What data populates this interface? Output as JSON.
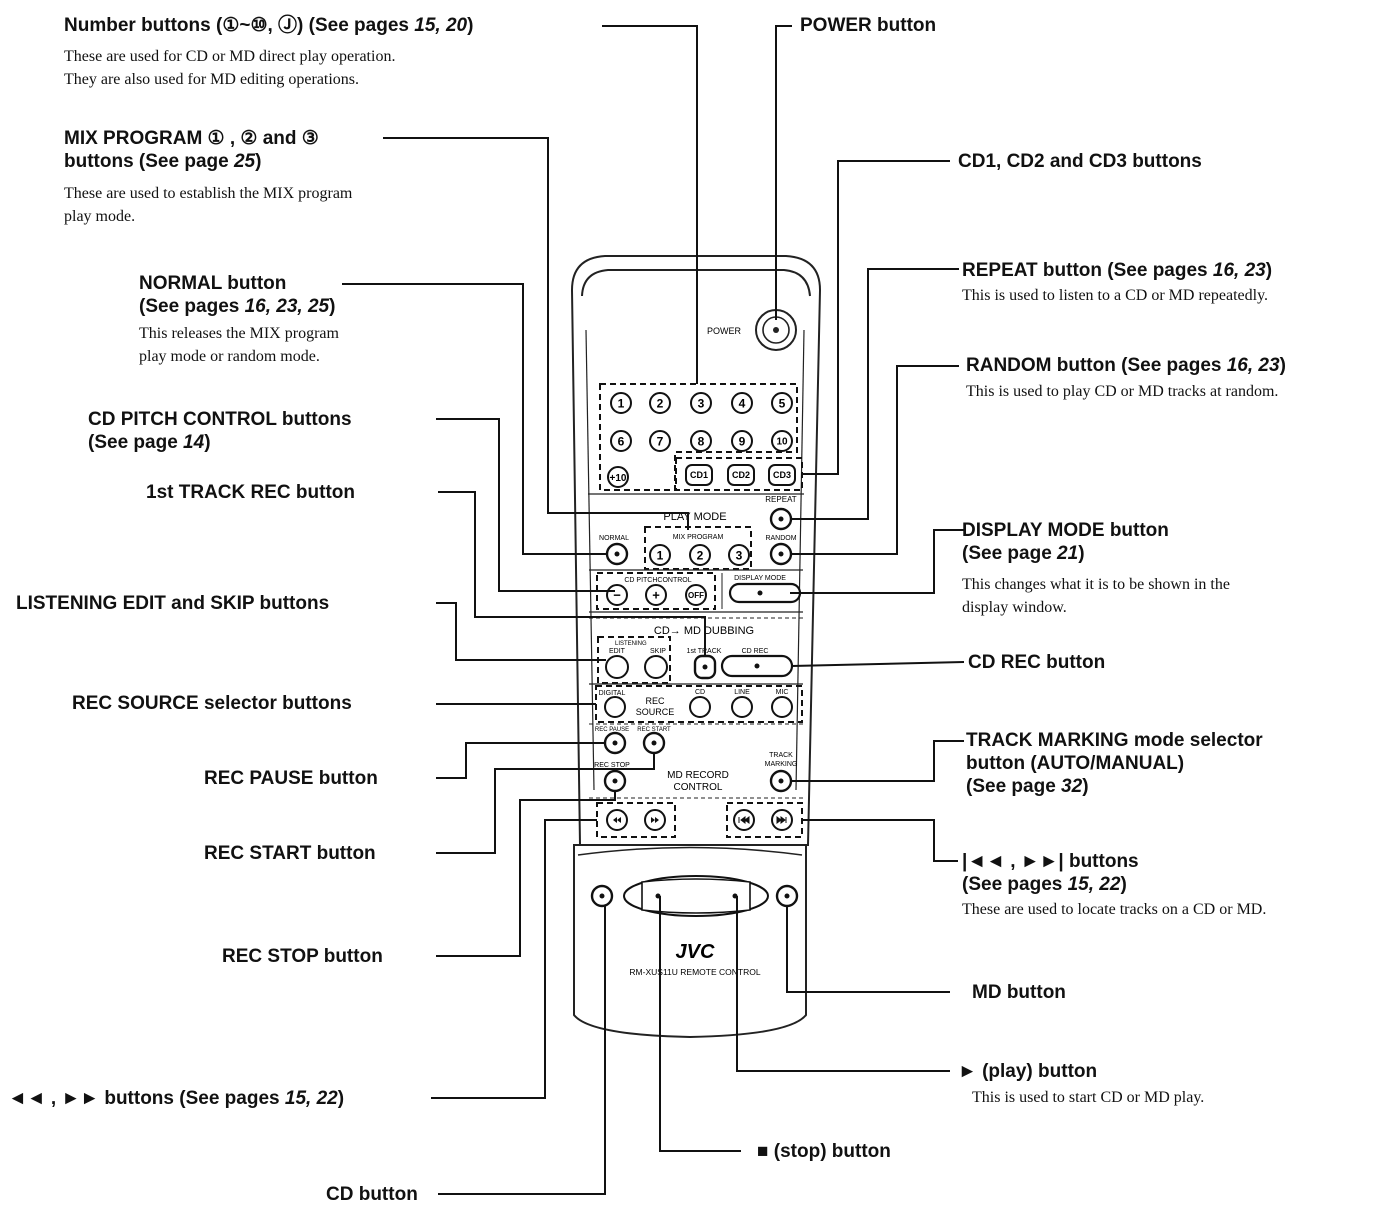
{
  "labels": {
    "number_buttons": {
      "title": "Number buttons (①~⑩, Ⓙ) (See pages ",
      "pages": "15, 20",
      "close": ")",
      "desc": [
        "These are used for CD or MD direct play operation.",
        "They are also used for MD editing operations."
      ]
    },
    "mix_program": {
      "title1": "MIX PROGRAM ① , ② and ③",
      "title2": "buttons (See page ",
      "pages": "25",
      "close": ")",
      "desc": [
        "These are used to establish the MIX program",
        "play mode."
      ]
    },
    "normal": {
      "title1": "NORMAL button",
      "title2": "(See pages ",
      "pages": "16, 23, 25",
      "close": ")",
      "desc": [
        "This releases the MIX program",
        "play mode or random mode."
      ]
    },
    "cd_pitch": {
      "title1": "CD PITCH CONTROL buttons",
      "title2": "(See page ",
      "pages": "14",
      "close": ")"
    },
    "first_track_rec": {
      "title": "1st TRACK REC button"
    },
    "listening_edit": {
      "title": "LISTENING EDIT and SKIP buttons"
    },
    "rec_source": {
      "title": "REC SOURCE selector buttons"
    },
    "rec_pause": {
      "title": "REC PAUSE button"
    },
    "rec_start": {
      "title": "REC START button"
    },
    "rec_stop": {
      "title": "REC STOP button"
    },
    "search": {
      "title": "◄◄ , ►► buttons (See pages ",
      "pages": "15, 22",
      "close": ")"
    },
    "cd_button": {
      "title": "CD button"
    },
    "stop_button": {
      "title": "■ (stop) button"
    },
    "play_button": {
      "title": "► (play) button",
      "desc": "This is used to start CD or MD play."
    },
    "md_button": {
      "title": "MD button"
    },
    "skip": {
      "title1": "|◄◄ , ►►| buttons",
      "title2": "(See pages ",
      "pages": "15, 22",
      "close": ")",
      "desc": "These are used to locate tracks on a CD or MD."
    },
    "track_marking": {
      "title1": "TRACK MARKING mode selector",
      "title2": "button (AUTO/MANUAL)",
      "title3": "(See page ",
      "pages": "32",
      "close": ")"
    },
    "cd_rec": {
      "title": "CD REC button"
    },
    "display_mode": {
      "title1": "DISPLAY MODE button",
      "title2": "(See page ",
      "pages": "21",
      "close": ")",
      "desc": [
        "This changes what it is to be shown in the",
        "display window."
      ]
    },
    "random": {
      "title": "RANDOM button (See pages ",
      "pages": "16, 23",
      "close": ")",
      "desc": "This is used to play CD or MD tracks at random."
    },
    "repeat": {
      "title": "REPEAT button (See pages ",
      "pages": "16, 23",
      "close": ")",
      "desc": "This is used to listen to a CD or MD repeatedly."
    },
    "cd123": {
      "title": "CD1, CD2 and CD3 buttons"
    },
    "power": {
      "title": "POWER button"
    }
  },
  "remote": {
    "power": "POWER",
    "numbers_row1": [
      "1",
      "2",
      "3",
      "4",
      "5"
    ],
    "numbers_row2": [
      "6",
      "7",
      "8",
      "9",
      "10"
    ],
    "plus10": "+10",
    "cd_keys": [
      "CD1",
      "CD2",
      "CD3"
    ],
    "repeat": "REPEAT",
    "play_mode": "PLAY MODE",
    "mix_program": "MIX PROGRAM",
    "normal": "NORMAL",
    "random": "RANDOM",
    "mix_keys": [
      "1",
      "2",
      "3"
    ],
    "cd_pitch": "CD PITCHCONTROL",
    "pitch_keys": [
      "−",
      "+",
      "OFF"
    ],
    "display_mode": "DISPLAY MODE",
    "dubbing": "CD→ MD DUBBING",
    "listening": "LISTENING",
    "edit": "EDIT",
    "skip": "SKIP",
    "first_track": "1st TRACK",
    "cd_rec": "CD REC",
    "digital": "DIGITAL",
    "rec_source1": "REC",
    "rec_source2": "SOURCE",
    "cd": "CD",
    "line": "LINE",
    "mic": "MIC",
    "rec_pause": "REC PAUSE",
    "rec_start": "REC START",
    "rec_stop": "REC STOP",
    "md_record1": "MD RECORD",
    "md_record2": "CONTROL",
    "track_marking1": "TRACK",
    "track_marking2": "MARKING",
    "brand": "JVC",
    "model": "RM-XUS11U  REMOTE CONTROL"
  }
}
